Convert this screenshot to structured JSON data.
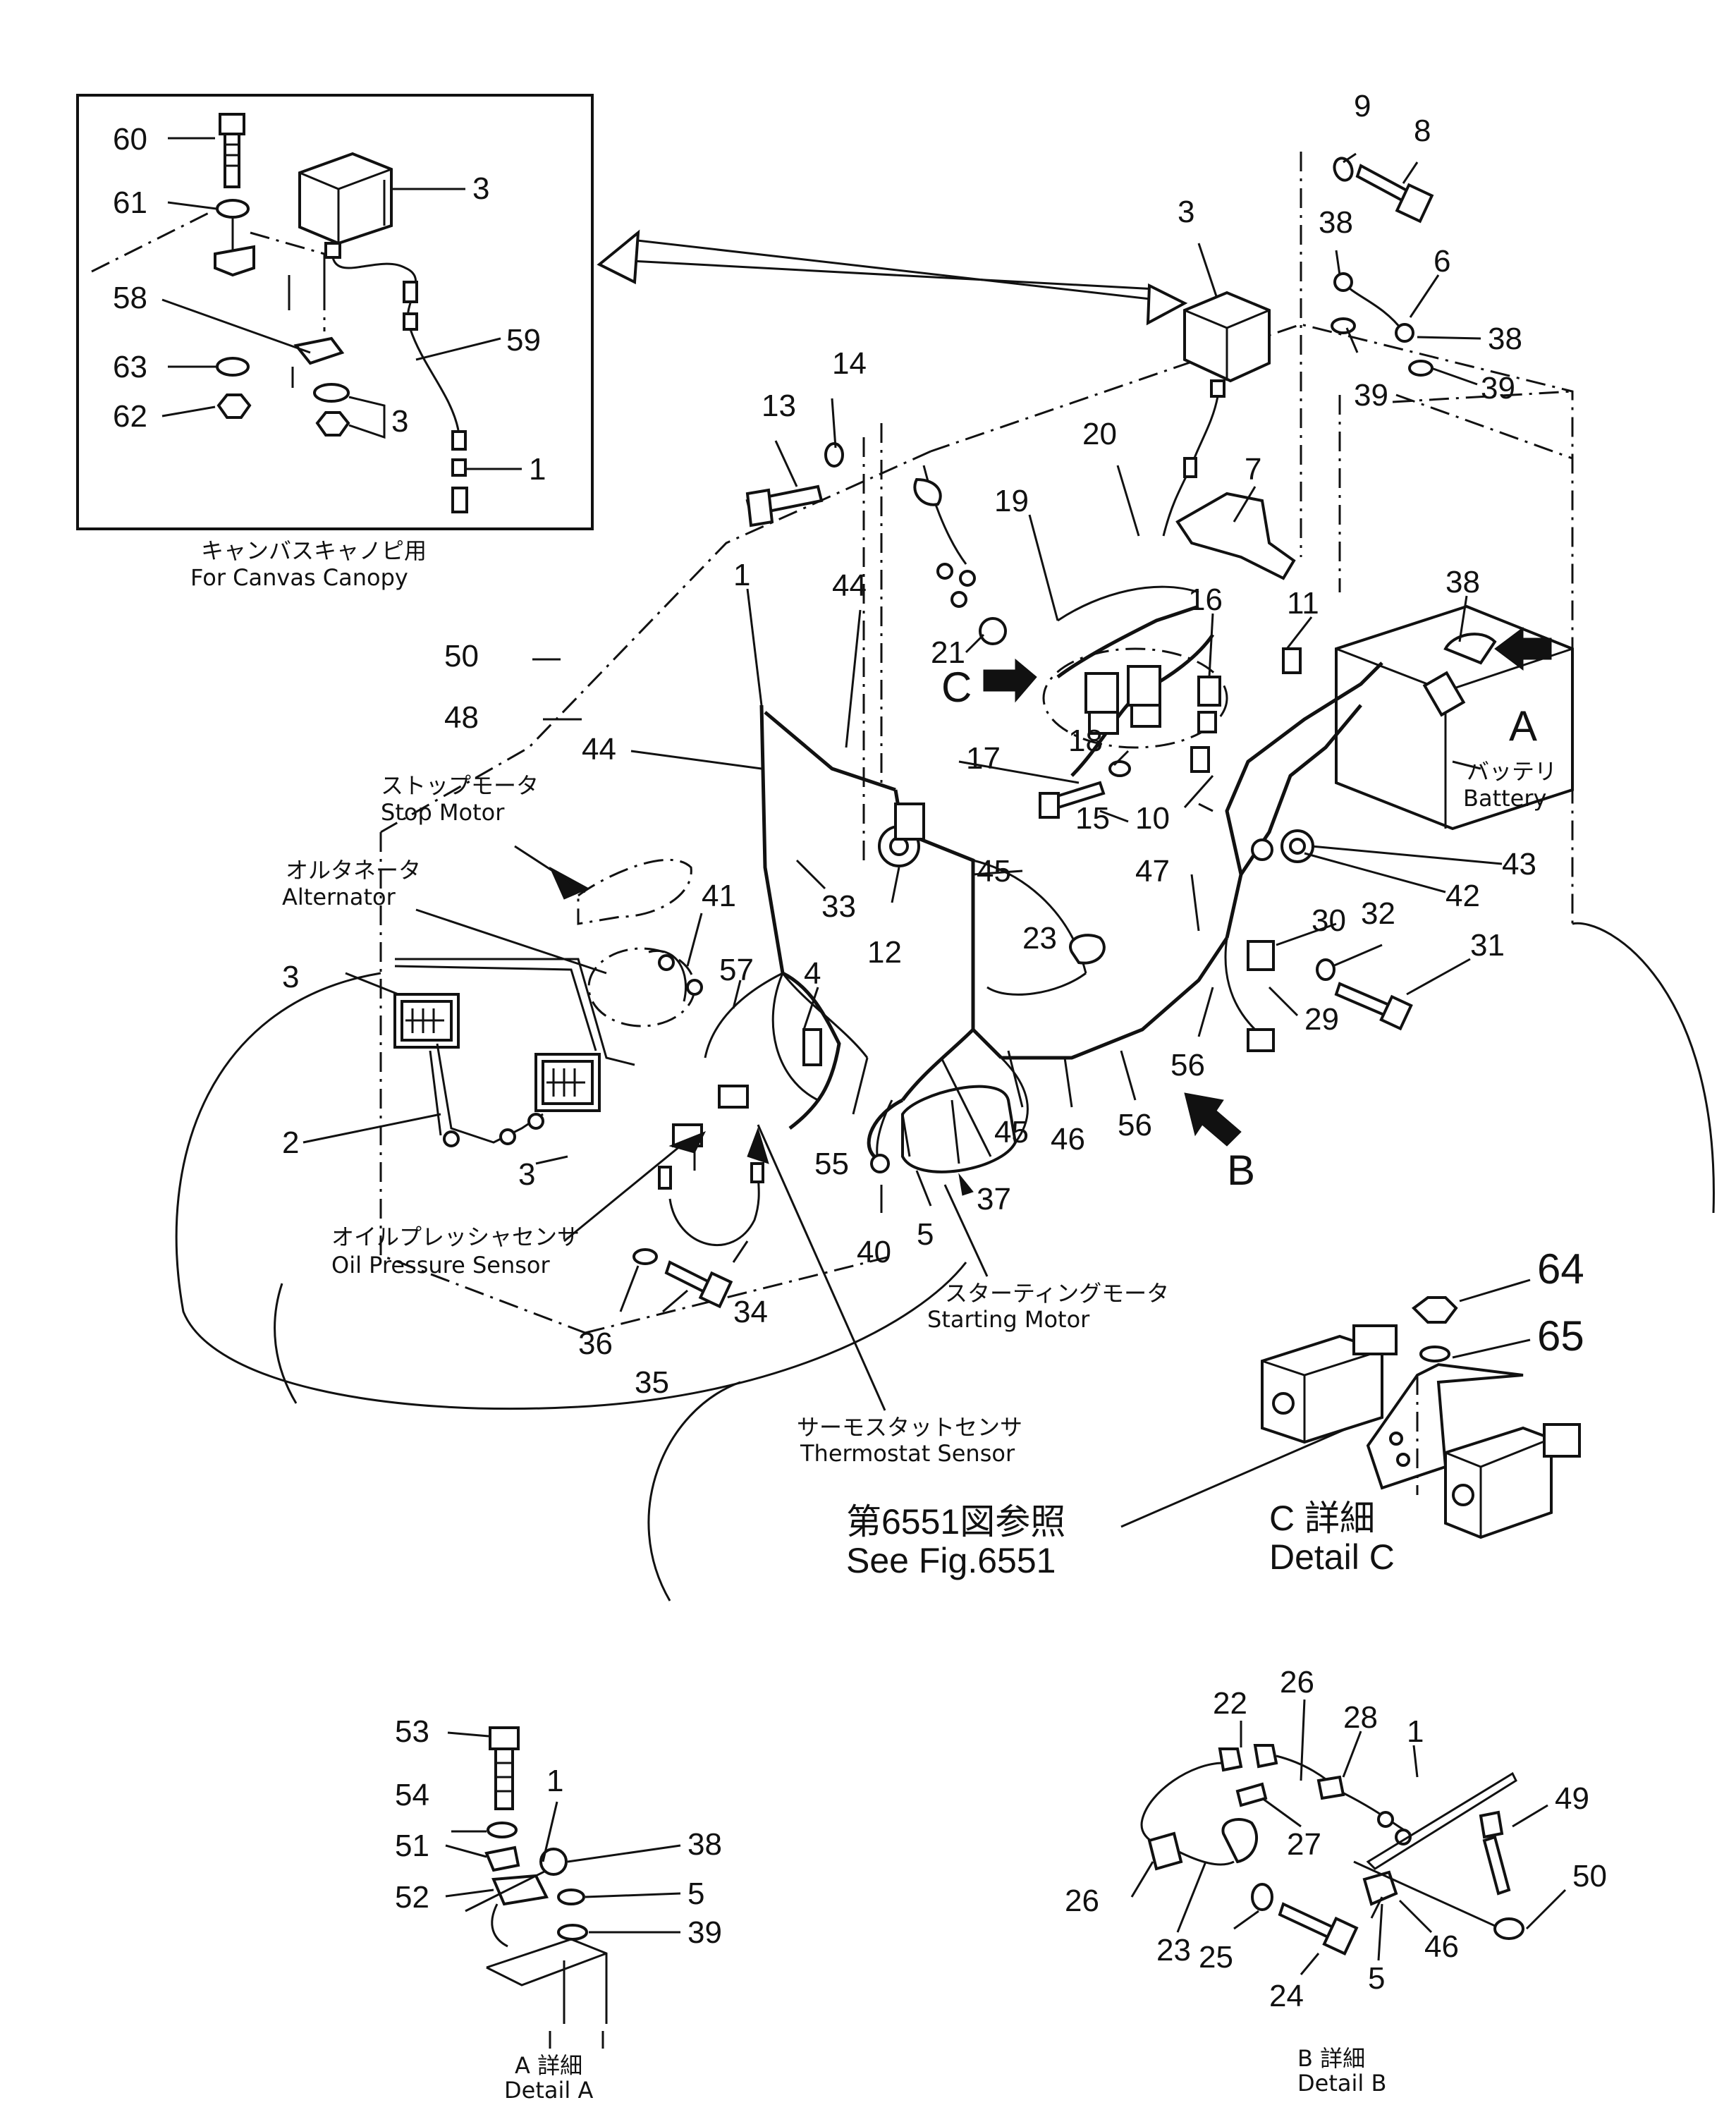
{
  "canopy_inset": {
    "caption_jp": "キャンバスキャノピ用",
    "caption_en": "For Canvas Canopy",
    "part_numbers": [
      "60",
      "61",
      "3",
      "58",
      "59",
      "63",
      "62",
      "3",
      "1"
    ]
  },
  "main": {
    "part_numbers": [
      "9",
      "8",
      "3",
      "38",
      "6",
      "38",
      "39",
      "39",
      "14",
      "13",
      "20",
      "19",
      "7",
      "1",
      "44",
      "38",
      "16",
      "11",
      "21",
      "50",
      "48",
      "44",
      "17",
      "18",
      "15",
      "10",
      "45",
      "43",
      "47",
      "42",
      "33",
      "12",
      "23",
      "30",
      "32",
      "41",
      "57",
      "4",
      "31",
      "3",
      "29",
      "56",
      "55",
      "45",
      "46",
      "56",
      "37",
      "2",
      "3",
      "40",
      "5",
      "34",
      "36",
      "35"
    ],
    "callouts": {
      "C": "C",
      "A": "A",
      "B": "B"
    },
    "component_labels": {
      "stop_motor_jp": "ストップモータ",
      "stop_motor_en": "Stop Motor",
      "alternator_jp": "オルタネータ",
      "alternator_en": "Alternator",
      "battery_jp": "バッテリ",
      "battery_en": "Battery",
      "oil_pressure_jp": "オイルプレッシャセンサ",
      "oil_pressure_en": "Oil Pressure Sensor",
      "starting_motor_jp": "スターティングモータ",
      "starting_motor_en": "Starting Motor",
      "thermostat_jp": "サーモスタットセンサ",
      "thermostat_en": "Thermostat Sensor"
    },
    "see_fig_jp": "第6551図参照",
    "see_fig_en": "See Fig.6551"
  },
  "detail_c": {
    "part_numbers": [
      "64",
      "65"
    ],
    "caption_jp": "C 詳細",
    "caption_en": "Detail C"
  },
  "detail_a": {
    "part_numbers": [
      "53",
      "54",
      "1",
      "51",
      "38",
      "52",
      "5",
      "39"
    ],
    "caption_jp": "A 詳細",
    "caption_en": "Detail A"
  },
  "detail_b": {
    "part_numbers": [
      "22",
      "26",
      "28",
      "1",
      "49",
      "27",
      "50",
      "26",
      "23",
      "25",
      "24",
      "5",
      "46"
    ],
    "caption_jp": "B 詳細",
    "caption_en": "Detail B"
  }
}
